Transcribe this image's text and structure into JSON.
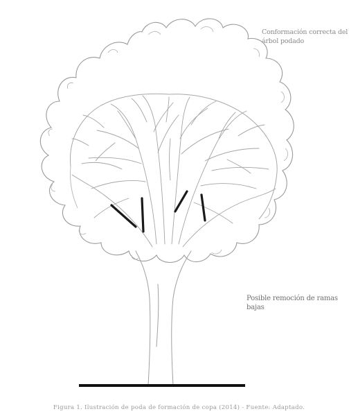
{
  "annotations": {
    "canopy_label": "Conformación correcta del árbol podado",
    "cut_label": "Posible remoción de ramas bajas"
  },
  "caption": "Figura 1. Ilustración de poda de formación de copa (2014) - Fuente: Adaptado."
}
